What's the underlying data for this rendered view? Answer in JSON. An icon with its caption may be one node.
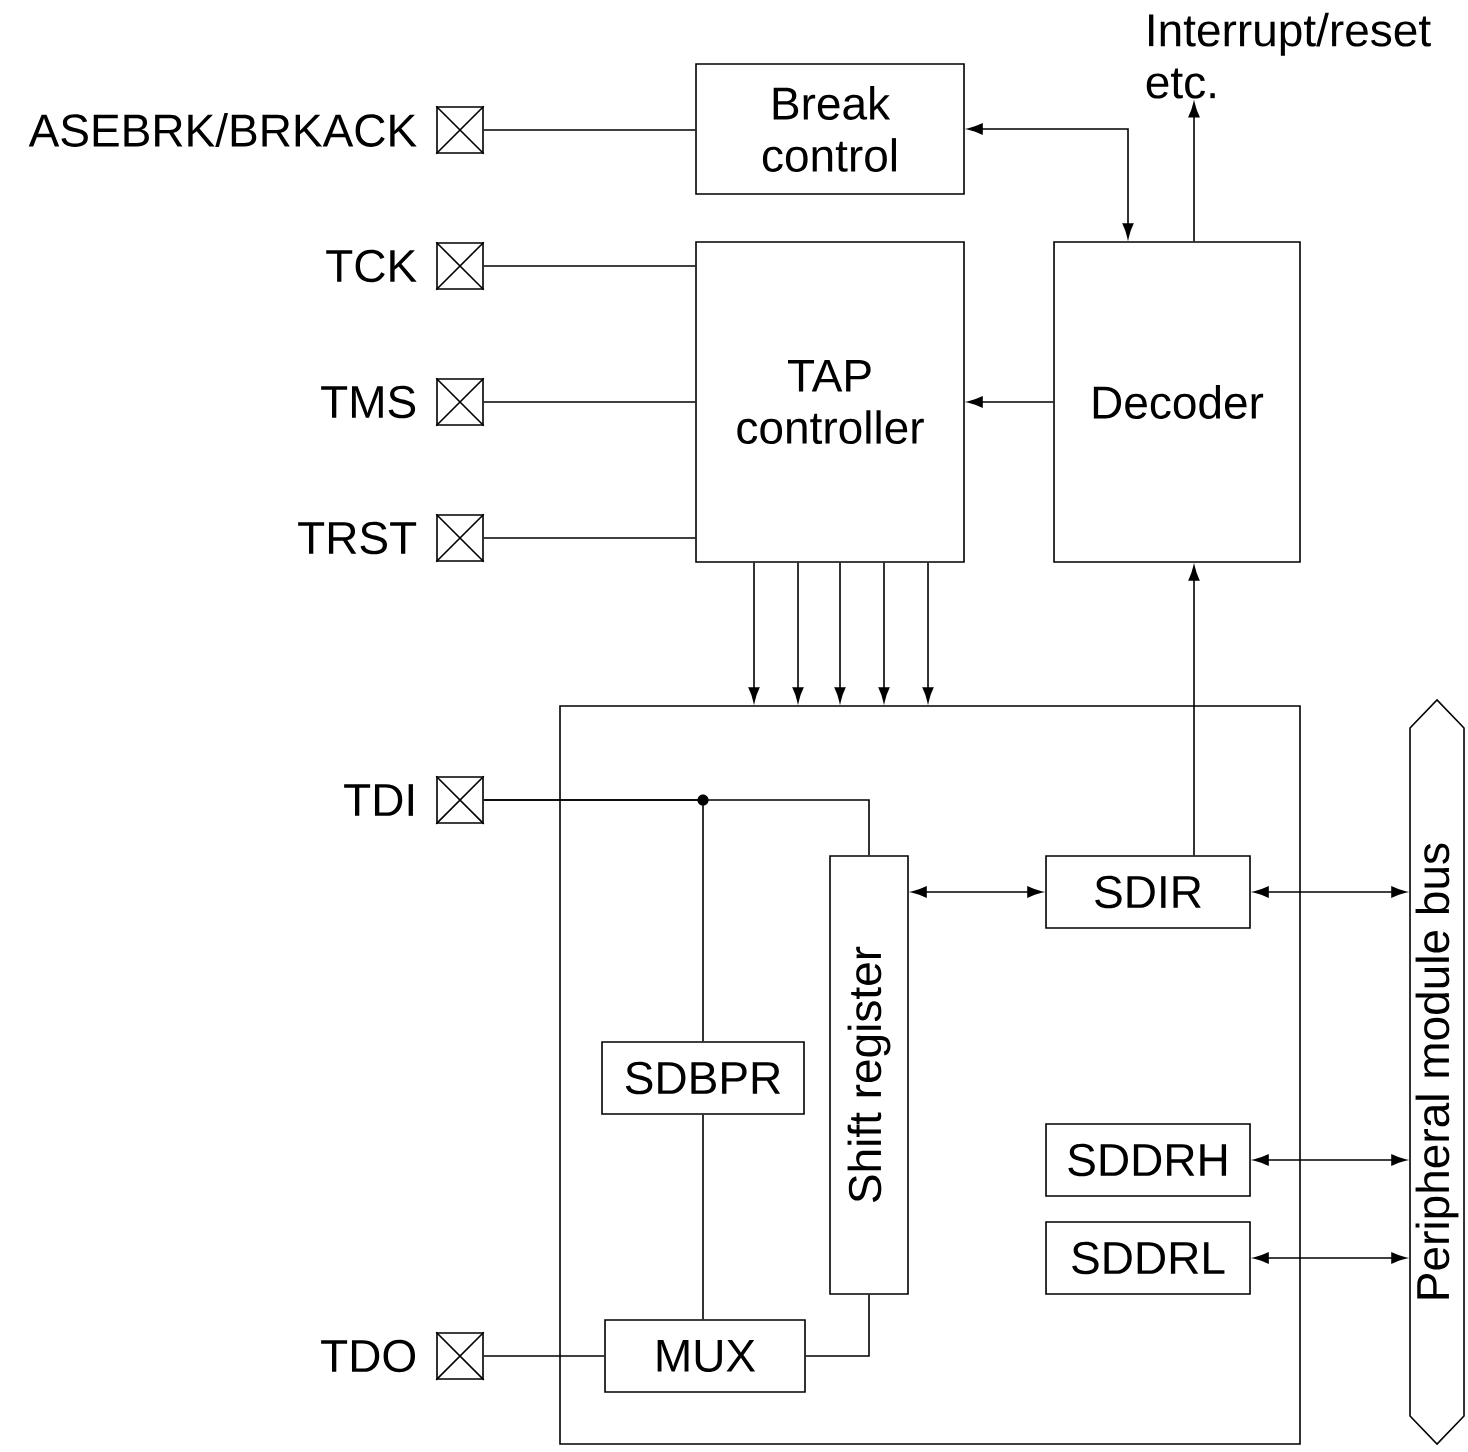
{
  "diagram": {
    "nodes": [
      {
        "text": [
          "ASEBRK/BRKACK"
        ]
      },
      {
        "text": [
          "Break control"
        ]
      },
      {
        "text": [
          "Interrupt/reset etc."
        ]
      },
      {
        "text": [
          "TCK"
        ]
      },
      {
        "text": [
          "TAP controller"
        ]
      },
      {
        "text": [
          "Decoder"
        ]
      },
      {
        "text": [
          "TMS"
        ]
      },
      {
        "text": [
          "TRST"
        ]
      },
      {
        "text": [],
        "shape": "box"
      },
      {
        "text": [
          "TDI"
        ]
      },
      {
        "text": [
          "Shift register"
        ],
        "in": 8
      },
      {
        "text": [
          "SDIR"
        ],
        "in": 8
      },
      {
        "text": [
          "SDBPR"
        ],
        "in": 8
      },
      {
        "text": [
          "SDDRH"
        ],
        "in": 8
      },
      {
        "text": [
          "SDDRL"
        ],
        "in": 8
      },
      {
        "text": [
          "TDO"
        ]
      },
      {
        "text": [
          "MUX"
        ],
        "in": 8
      },
      {
        "text": [
          "Peripheral module bus"
        ]
      }
    ],
    "edges": [
      {
        "from": 0,
        "to": 1,
        "arrow": "none"
      },
      {
        "from": 1,
        "to": 5,
        "arrow": "both"
      },
      {
        "from": 5,
        "to": 2,
        "arrow": "to"
      },
      {
        "from": 3,
        "to": 4,
        "arrow": "none"
      },
      {
        "from": 6,
        "to": 4,
        "arrow": "none"
      },
      {
        "from": 7,
        "to": 4,
        "arrow": "none"
      },
      {
        "from": 5,
        "to": 4,
        "arrow": "to"
      },
      {
        "from": 4,
        "to": 8,
        "arrow": "to"
      },
      {
        "from": 4,
        "to": 8,
        "arrow": "to"
      },
      {
        "from": 4,
        "to": 8,
        "arrow": "to"
      },
      {
        "from": 4,
        "to": 8,
        "arrow": "to"
      },
      {
        "from": 4,
        "to": 8,
        "arrow": "to"
      },
      {
        "from": 11,
        "to": 5,
        "arrow": "to"
      },
      {
        "from": 9,
        "to": 10,
        "arrow": "none"
      },
      {
        "from": 9,
        "to": 12,
        "arrow": "none"
      },
      {
        "from": 12,
        "to": 16,
        "arrow": "none"
      },
      {
        "from": 10,
        "to": 16,
        "arrow": "none"
      },
      {
        "from": 16,
        "to": 15,
        "arrow": "none"
      },
      {
        "from": 10,
        "to": 11,
        "arrow": "both"
      },
      {
        "from": 11,
        "to": 17,
        "arrow": "both"
      },
      {
        "from": 13,
        "to": 17,
        "arrow": "both"
      },
      {
        "from": 14,
        "to": 17,
        "arrow": "both"
      }
    ]
  }
}
